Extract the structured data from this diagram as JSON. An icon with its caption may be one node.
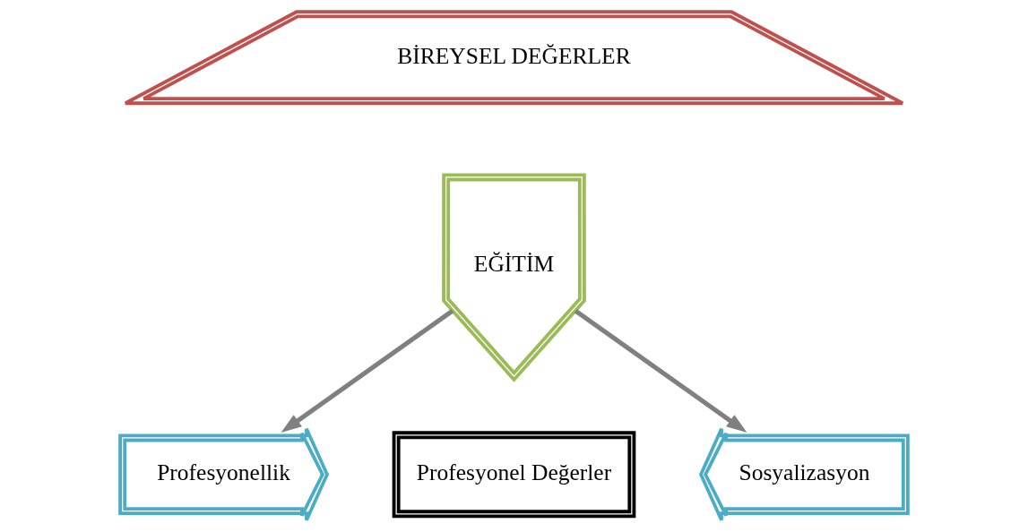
{
  "diagram": {
    "nodes": [
      {
        "text": [
          "BİREYSEL DEĞERLER"
        ]
      },
      {
        "text": [
          "EĞİTİM"
        ]
      },
      {
        "text": [
          "Profesyonellik"
        ]
      },
      {
        "text": [
          "Profesyonel Değerler"
        ]
      },
      {
        "text": [
          "Sosyalizasyon"
        ]
      }
    ],
    "edges": [
      {
        "from": 1,
        "to": 2,
        "arrow": "to"
      },
      {
        "from": 1,
        "to": 4,
        "arrow": "to"
      }
    ]
  }
}
